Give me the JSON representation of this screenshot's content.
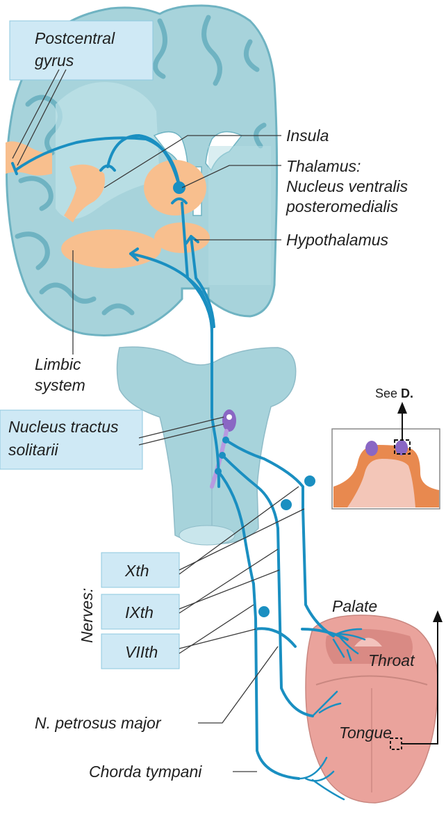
{
  "labels": {
    "postcentral_gyrus": [
      "Postcentral",
      "gyrus"
    ],
    "insula": "Insula",
    "thalamus": [
      "Thalamus:",
      "Nucleus ventralis",
      "posteromedialis"
    ],
    "hypothalamus": "Hypothalamus",
    "limbic_system": [
      "Limbic",
      "system"
    ],
    "nucleus_tractus_solitarii": [
      "Nucleus tractus",
      "solitarii"
    ],
    "see_ref_prefix": "See ",
    "see_ref_bold": "D.",
    "nerves_title": "Nerves:",
    "nerve_x": "Xth",
    "nerve_ix": "IXth",
    "nerve_vii": "VIIth",
    "palate": "Palate",
    "throat": "Throat",
    "tongue": "Tongue",
    "petrosus": "N. petrosus major",
    "chorda": "Chorda tympani"
  },
  "colors": {
    "brain_fill": "#a7d3db",
    "brain_stroke": "#6fb3c2",
    "nucleus_orange": "#f8bf8e",
    "nerve_blue": "#1a8fc1",
    "label_box": "#cfe9f5",
    "tongue_pink": "#eaa39c",
    "inset_orange": "#e8894f",
    "nucleus_purple": "#8a67c4"
  }
}
